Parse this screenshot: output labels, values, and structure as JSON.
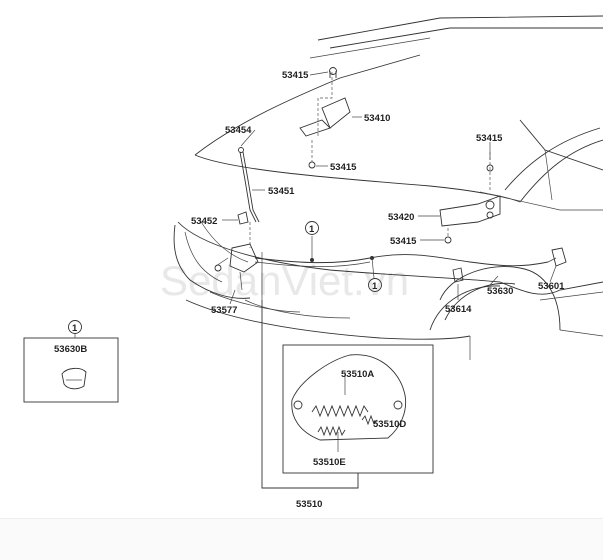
{
  "watermark": "SedanViet.vn",
  "callout_circle": "1",
  "parts": {
    "bolt_top": "53415",
    "hinge": "53410",
    "hood_rod_upper": "53454",
    "bolt_hinge_lower": "53415",
    "hood_rod": "53451",
    "rod_clip": "53452",
    "bolt_right": "53415",
    "lock_bracket": "53420",
    "bolt_center": "53415",
    "lever_right": "53601",
    "release_cable": "53630",
    "cable_clamp": "53614",
    "lock_bottom": "53577",
    "lock_spring_a": "53510A",
    "lock_spring_d": "53510D",
    "lock_spring_e": "53510E",
    "lock_assy": "53510",
    "inset_clip": "53630B"
  }
}
